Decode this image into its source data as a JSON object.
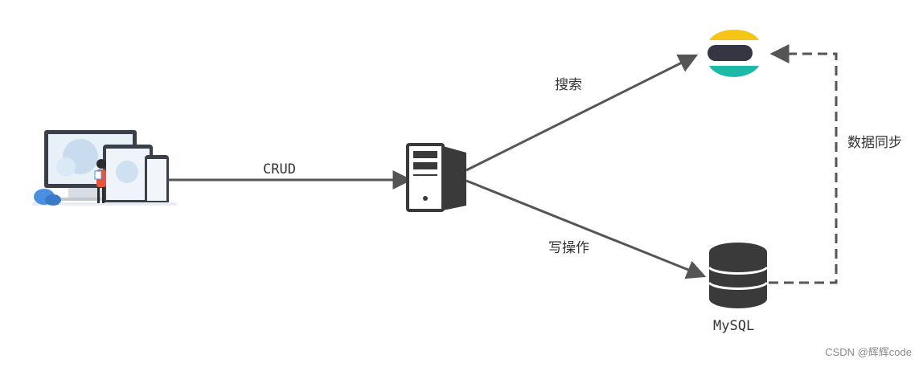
{
  "labels": {
    "crud": "CRUD",
    "search": "搜索",
    "write": "写操作",
    "sync": "数据同步",
    "mysql": "MySQL"
  },
  "watermark": "CSDN @辉辉code",
  "icons": {
    "client": "multi-device-client-icon",
    "server": "server-tower-icon",
    "elasticsearch": "elasticsearch-logo-icon",
    "database": "database-cylinder-icon"
  },
  "colors": {
    "line": "#555555",
    "icon_dark": "#3a3a3a",
    "es_yellow": "#f5c518",
    "es_dark": "#343741",
    "es_teal": "#1ebaa8",
    "client_blue": "#4a90e2"
  }
}
